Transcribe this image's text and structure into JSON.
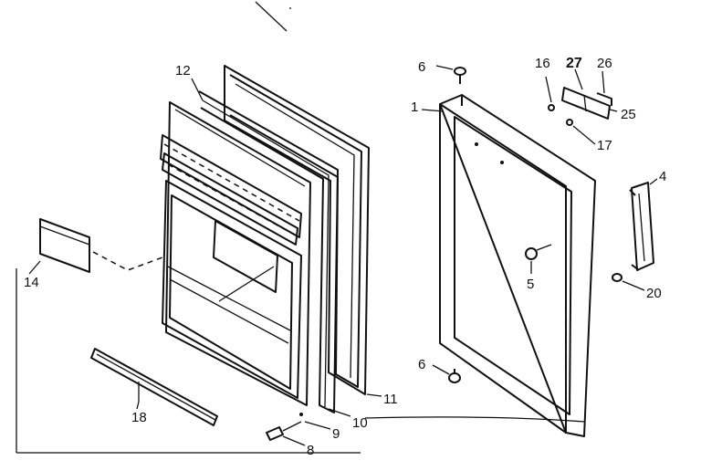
{
  "callouts": {
    "c1": "1",
    "c4": "4",
    "c5": "5",
    "c6_top": "6",
    "c6_bottom": "6",
    "c8": "8",
    "c9": "9",
    "c10": "10",
    "c11": "11",
    "c12": "12",
    "c14": "14",
    "c16": "16",
    "c17": "17",
    "c18": "18",
    "c20": "20",
    "c25": "25",
    "c26": "26",
    "c27": "27"
  }
}
